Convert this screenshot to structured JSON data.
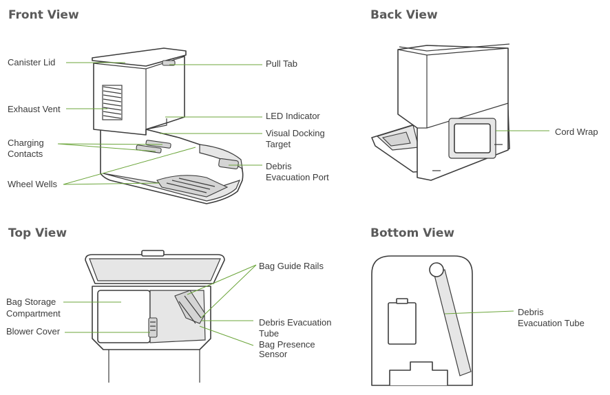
{
  "panels": {
    "front": {
      "title": "Front View",
      "labels": {
        "canister_lid": "Canister Lid",
        "exhaust_vent": "Exhaust Vent",
        "charging_contacts_1": "Charging",
        "charging_contacts_2": "Contacts",
        "wheel_wells": "Wheel Wells",
        "pull_tab": "Pull Tab",
        "led_indicator": "LED Indicator",
        "visual_docking_1": "Visual Docking",
        "visual_docking_2": "Target",
        "debris_port_1": "Debris",
        "debris_port_2": "Evacuation Port"
      }
    },
    "back": {
      "title": "Back View",
      "labels": {
        "cord_wrap": "Cord Wrap"
      }
    },
    "top": {
      "title": "Top View",
      "labels": {
        "bag_storage_1": "Bag Storage",
        "bag_storage_2": "Compartment",
        "blower_cover": "Blower Cover",
        "bag_guide_rails": "Bag Guide Rails",
        "debris_tube_1": "Debris Evacuation",
        "debris_tube_2": "Tube",
        "bag_sensor_1": "Bag Presence",
        "bag_sensor_2": "Sensor"
      }
    },
    "bottom": {
      "title": "Bottom View",
      "labels": {
        "debris_tube_1": "Debris",
        "debris_tube_2": "Evacuation Tube"
      }
    }
  },
  "colors": {
    "leader_line": "#6ba53a",
    "title_text": "#5a5a5a",
    "label_text": "#3a3a3a",
    "drawing_stroke": "#3c3c3c"
  }
}
